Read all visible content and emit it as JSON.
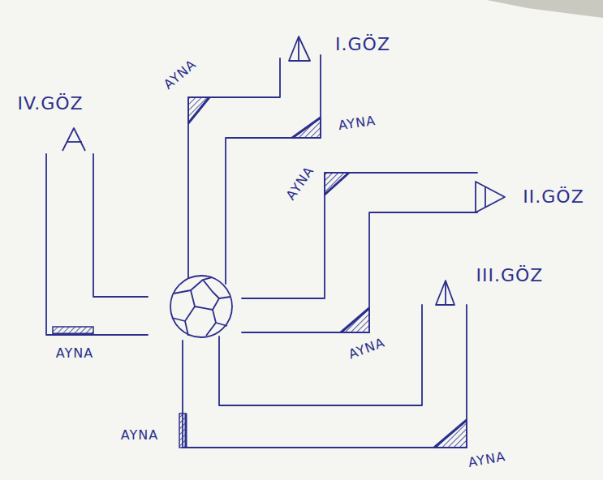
{
  "diagram": {
    "labels": [
      "IV.GÖZ",
      "AYNA",
      "I.GÖZ",
      "AYNA",
      "AYNA",
      "II.GÖZ",
      "III.GÖZ",
      "AYNA",
      "AYNA",
      "AYNA",
      "AYNA"
    ]
  }
}
